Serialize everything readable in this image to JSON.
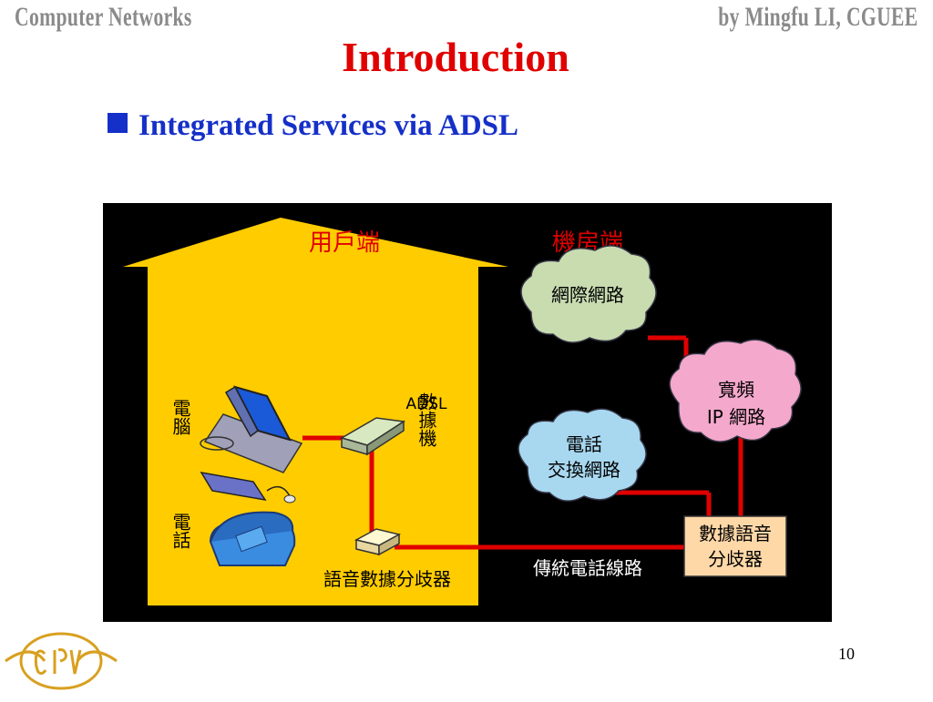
{
  "header": {
    "left": "Computer Networks",
    "right": "by Mingfu LI, CGUEE"
  },
  "slide": {
    "title": "Introduction",
    "bullet": "Integrated Services via ADSL",
    "page_number": "10"
  },
  "diagram": {
    "user_side_label": "用戶端",
    "office_side_label": "機房端",
    "computer_label": "電腦",
    "phone_label": "電話",
    "adsl_modem_label": "ADSL",
    "adsl_modem_label_2": "數據機",
    "home_splitter_label": "語音數據分歧器",
    "internet_label": "網際網路",
    "broadband_label_1": "寬頻",
    "broadband_label_2": "IP  網路",
    "telephone_switch_label_1": "電話",
    "telephone_switch_label_2": "交換網路",
    "office_splitter_label_1": "數據語音",
    "office_splitter_label_2": "分歧器",
    "phone_line_label": "傳統電話線路"
  },
  "colors": {
    "title": "#e00000",
    "bullet": "#1530c8",
    "house": "#ffcc00",
    "line": "#e00000",
    "internet_cloud": "#c8dcb0",
    "broadband_cloud": "#f4a8cc",
    "phone_cloud": "#a8d8f0",
    "splitter_box": "#ffd8a8"
  }
}
